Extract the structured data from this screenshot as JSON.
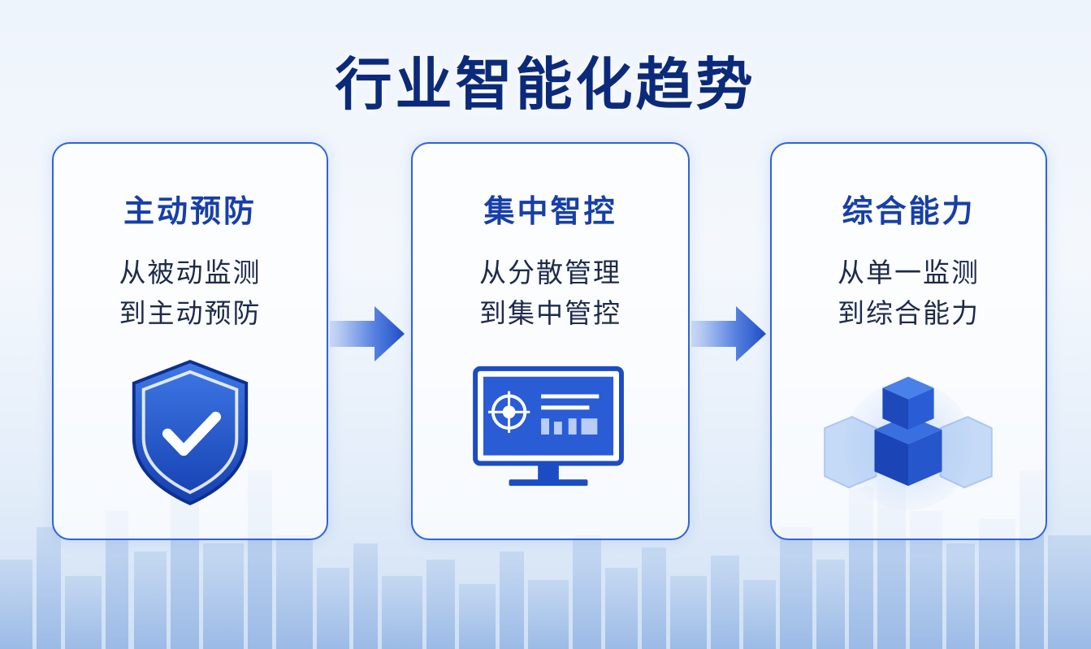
{
  "title": "行业智能化趋势",
  "cards": [
    {
      "title": "主动预防",
      "line1": "从被动监测",
      "line2": "到主动预防",
      "icon": "shield-check-icon"
    },
    {
      "title": "集中智控",
      "line1": "从分散管理",
      "line2": "到集中管控",
      "icon": "monitor-dashboard-icon"
    },
    {
      "title": "综合能力",
      "line1": "从单一监测",
      "line2": "到综合能力",
      "icon": "cubes-icon"
    }
  ],
  "colors": {
    "primary": "#2f63d8",
    "title": "#0c2a7a",
    "accent": "#173fa8"
  }
}
